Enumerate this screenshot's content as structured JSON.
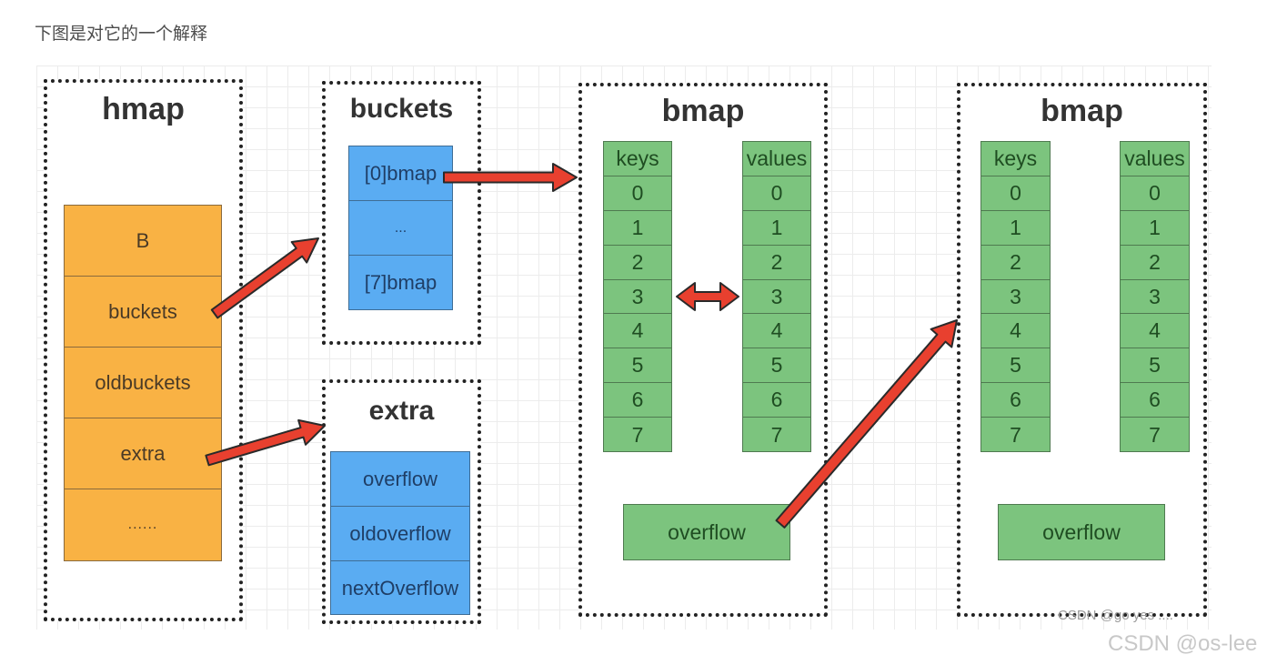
{
  "caption": "下图是对它的一个解释",
  "colors": {
    "hmap_fields": "#f9b244",
    "blue_fields": "#5aacf2",
    "bmap_fields": "#7cc47e",
    "arrow": "#e8402f",
    "border_dotted": "#222222"
  },
  "hmap": {
    "title": "hmap",
    "fields": [
      "B",
      "buckets",
      "oldbuckets",
      "extra",
      "......"
    ]
  },
  "buckets": {
    "title": "buckets",
    "fields": [
      "[0]bmap",
      "...",
      "[7]bmap"
    ]
  },
  "extra": {
    "title": "extra",
    "fields": [
      "overflow",
      "oldoverflow",
      "nextOverflow"
    ]
  },
  "bmaps": [
    {
      "title": "bmap",
      "keys_header": "keys",
      "values_header": "values",
      "keys": [
        "0",
        "1",
        "2",
        "3",
        "4",
        "5",
        "6",
        "7"
      ],
      "values": [
        "0",
        "1",
        "2",
        "3",
        "4",
        "5",
        "6",
        "7"
      ],
      "overflow": "overflow"
    },
    {
      "title": "bmap",
      "keys_header": "keys",
      "values_header": "values",
      "keys": [
        "0",
        "1",
        "2",
        "3",
        "4",
        "5",
        "6",
        "7"
      ],
      "values": [
        "0",
        "1",
        "2",
        "3",
        "4",
        "5",
        "6",
        "7"
      ],
      "overflow": "overflow"
    }
  ],
  "arrows": [
    {
      "from": "hmap.buckets",
      "to": "buckets"
    },
    {
      "from": "hmap.extra",
      "to": "extra"
    },
    {
      "from": "buckets.[0]bmap",
      "to": "bmap"
    },
    {
      "from": "bmap.keys",
      "to": "bmap.values",
      "bidirectional": true
    },
    {
      "from": "bmap.overflow",
      "to": "bmap (next)"
    }
  ],
  "watermark_faint": "CSDN @go yes ....",
  "watermark": "CSDN @os-lee"
}
